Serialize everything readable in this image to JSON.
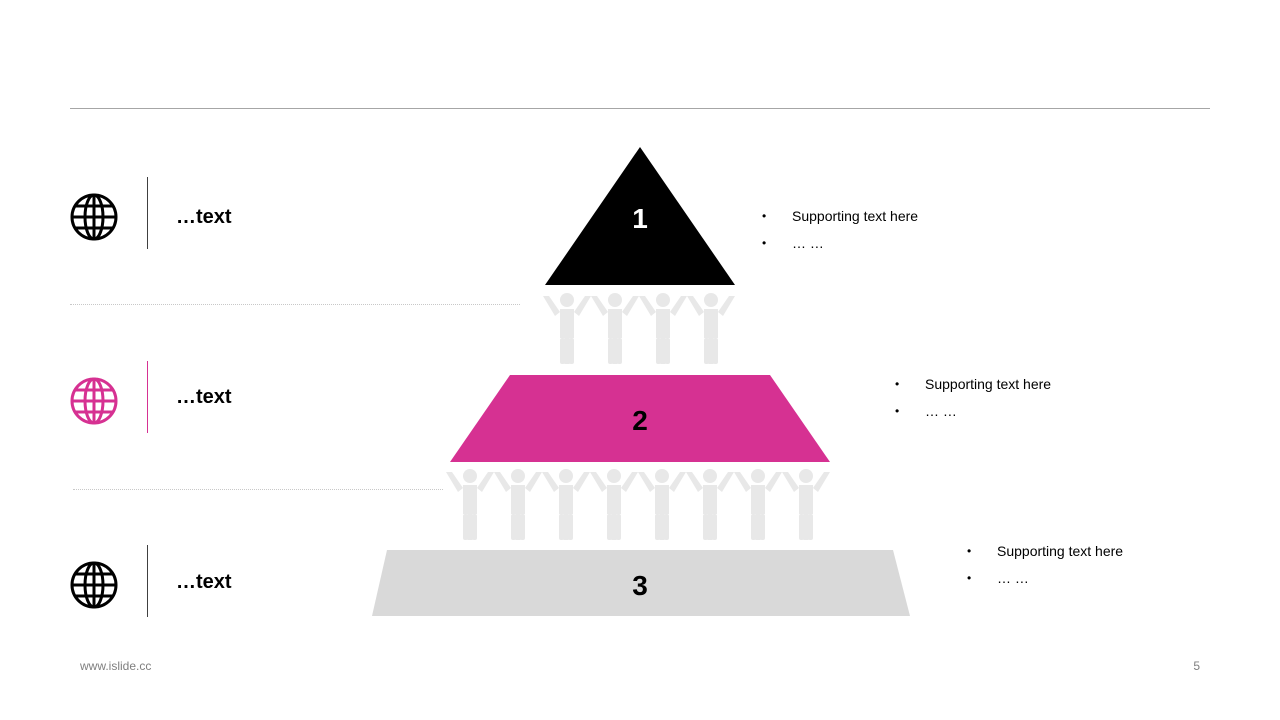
{
  "rows": [
    {
      "label": "…text",
      "icon": "globe-icon",
      "icon_color": "#000000"
    },
    {
      "label": "…text",
      "icon": "globe-icon",
      "icon_color": "#d63192"
    },
    {
      "label": "…text",
      "icon": "globe-icon",
      "icon_color": "#000000"
    }
  ],
  "tiers": [
    {
      "number": "1",
      "color": "#000000",
      "text_color": "#ffffff",
      "bullets": [
        "Supporting text here",
        "… …"
      ]
    },
    {
      "number": "2",
      "color": "#d63192",
      "text_color": "#000000",
      "bullets": [
        "Supporting text here",
        "… …"
      ]
    },
    {
      "number": "3",
      "color": "#d9d9d9",
      "text_color": "#000000",
      "bullets": [
        "Supporting text here",
        "… …"
      ]
    }
  ],
  "people_color": "#e8e8e8",
  "footer": {
    "url": "www.islide.cc",
    "page": "5"
  }
}
